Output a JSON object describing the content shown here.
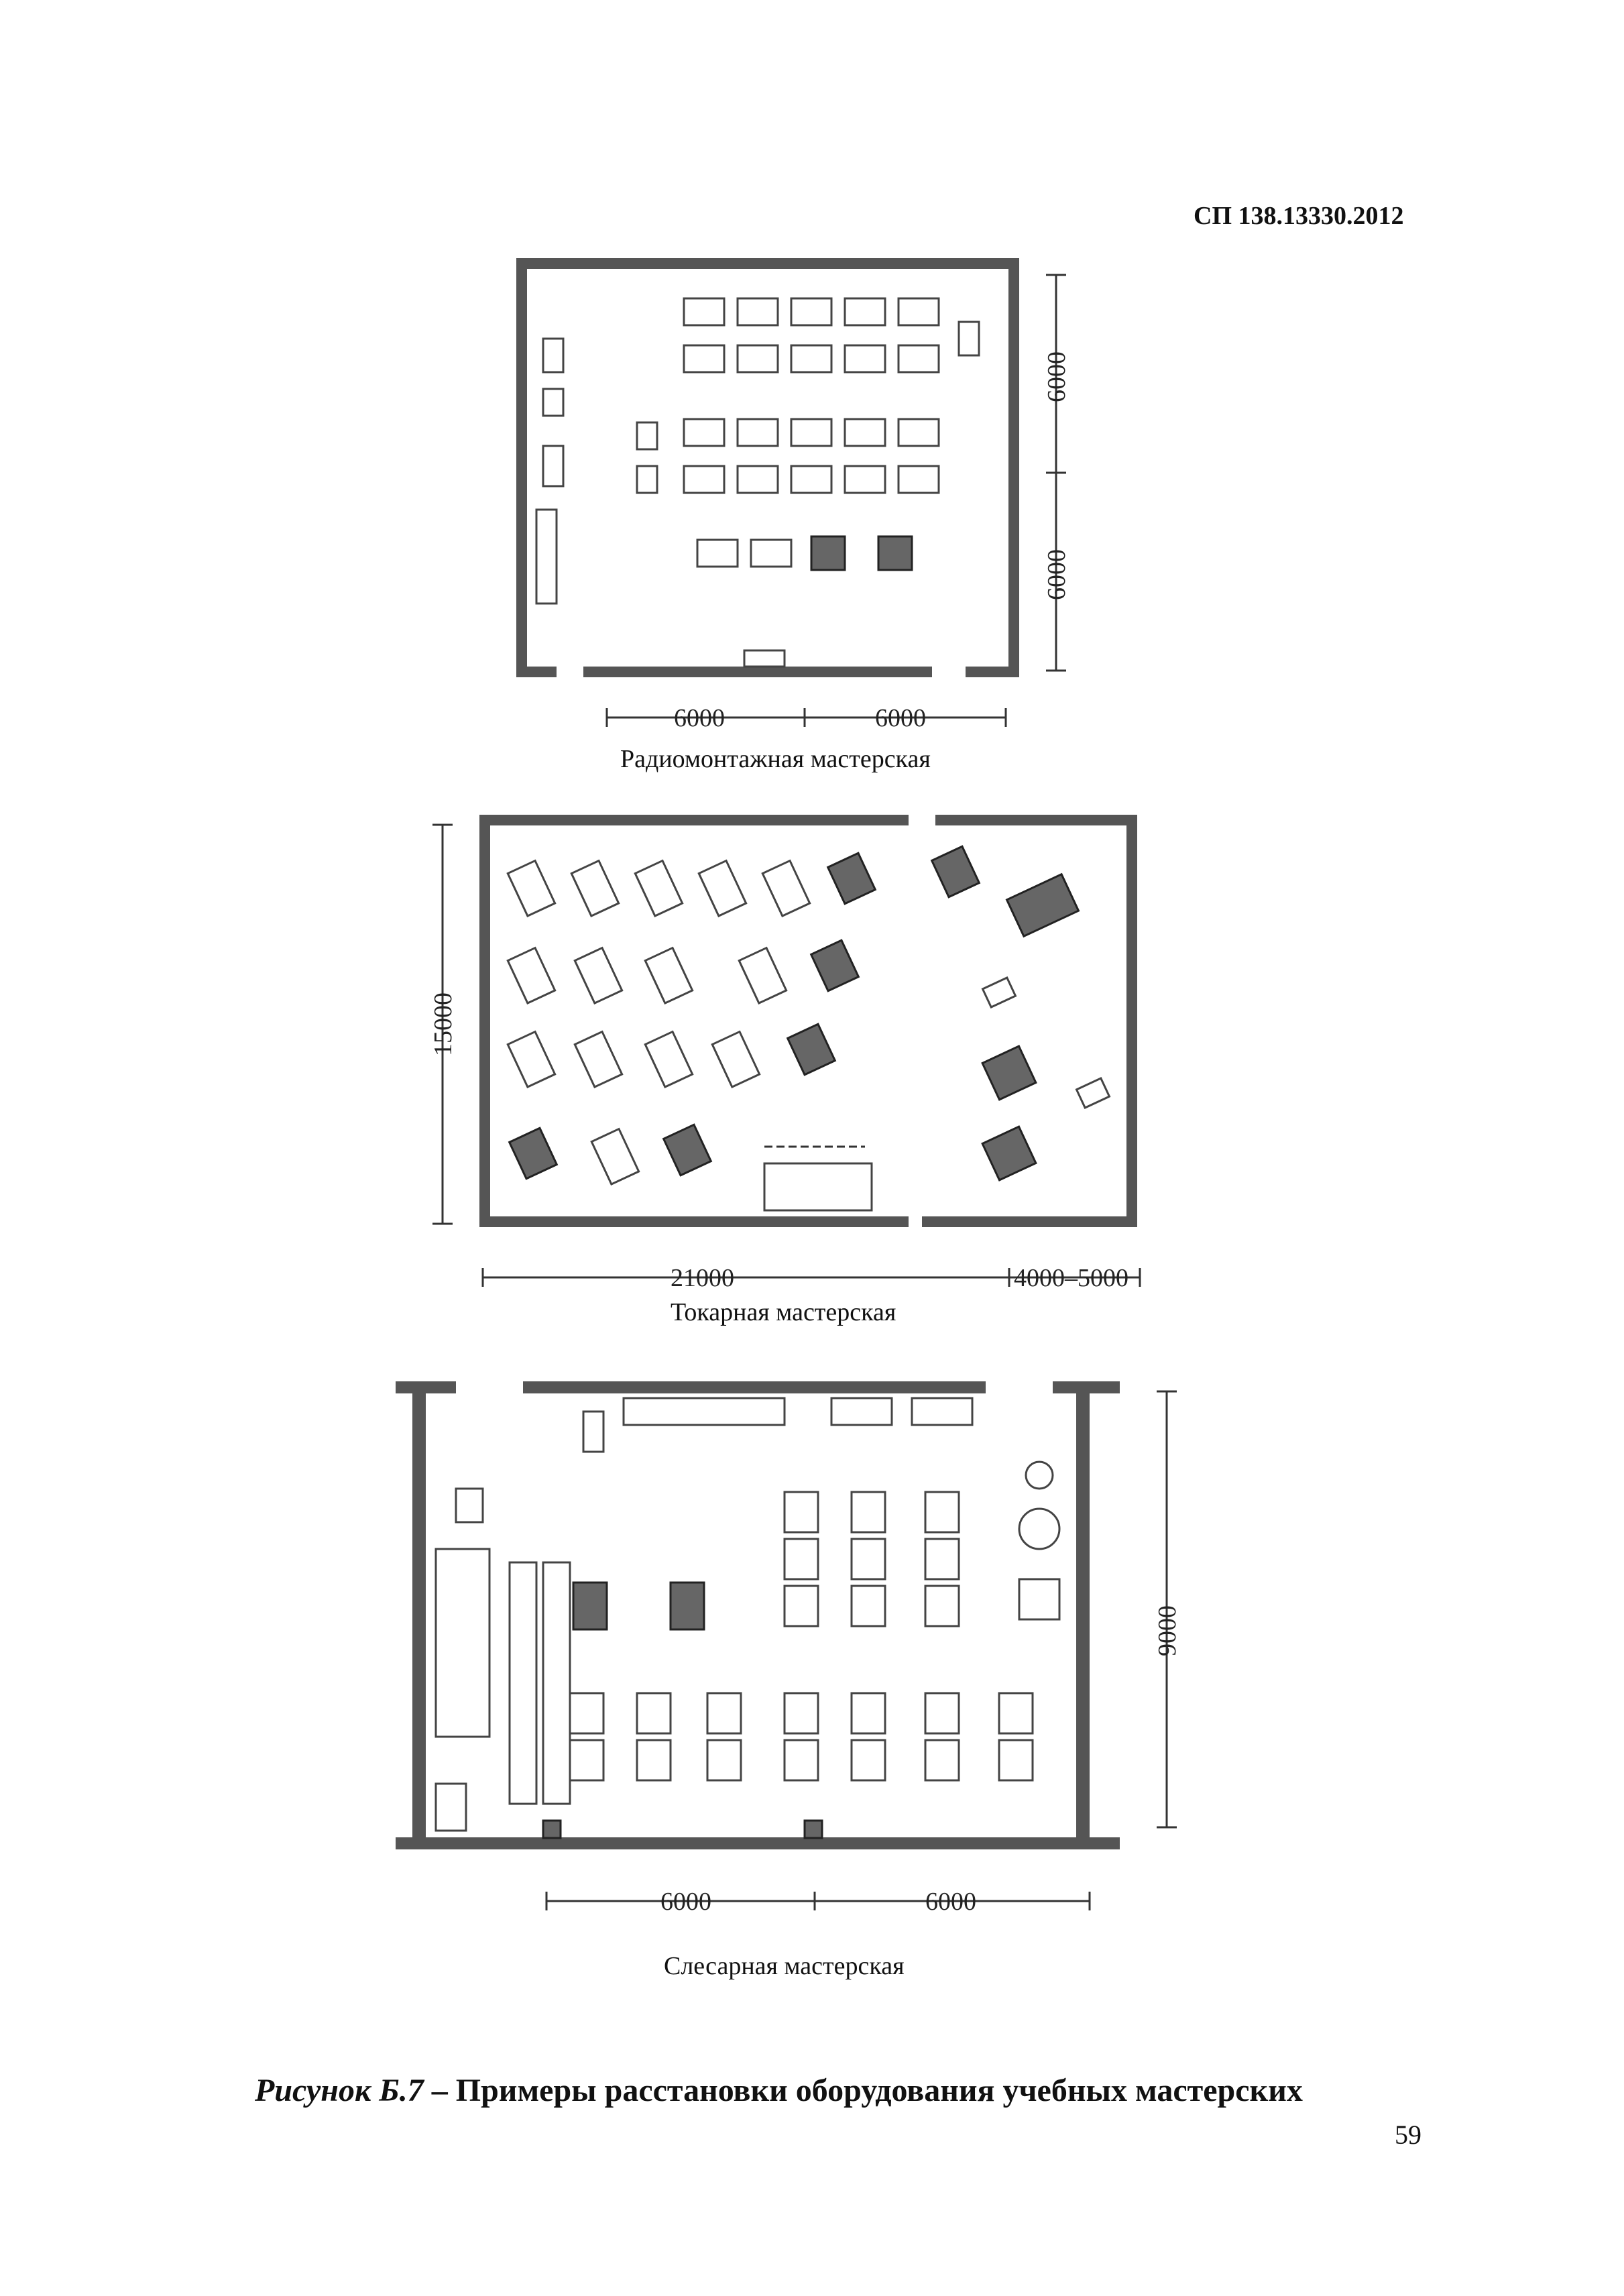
{
  "header": {
    "code": "СП 138.13330.2012"
  },
  "plans": [
    {
      "caption": "Радиомонтажная мастерская",
      "dims": [
        "6000",
        "6000",
        "6000",
        "6000"
      ]
    },
    {
      "caption": "Токарная мастерская",
      "dims": [
        "15000",
        "21000",
        "4000–5000"
      ]
    },
    {
      "caption": "Слесарная мастерская",
      "dims": [
        "9000",
        "6000",
        "6000"
      ]
    }
  ],
  "figure": {
    "label": "Рисунок Б.7",
    "dash": " – ",
    "title": "Примеры расстановки оборудования учебных мастерских"
  },
  "page_number": "59"
}
